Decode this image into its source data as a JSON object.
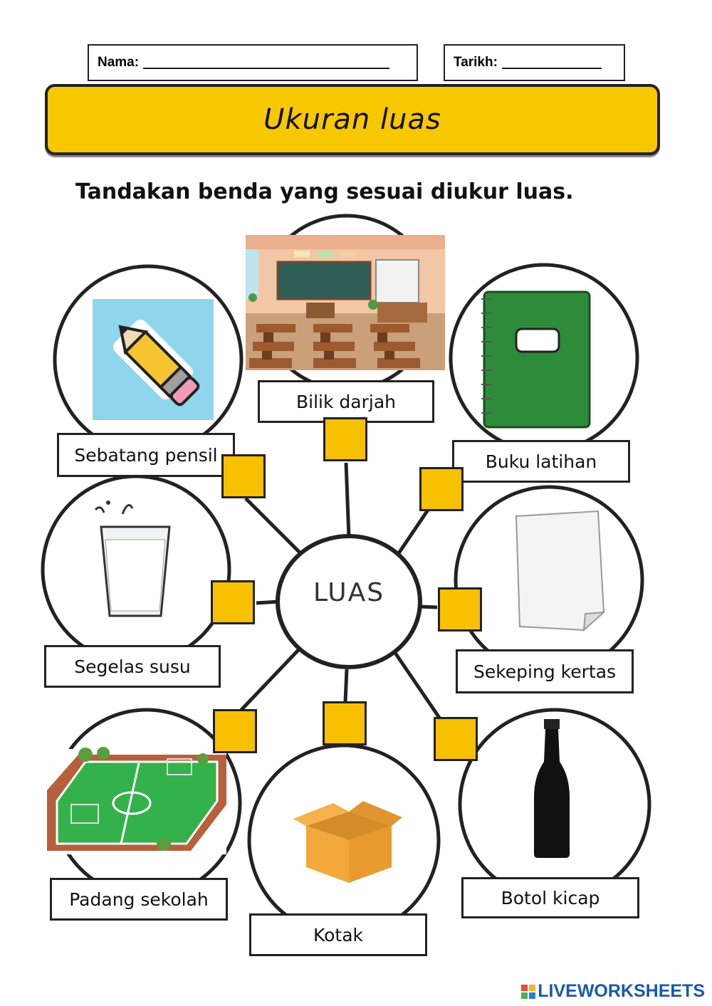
{
  "header": {
    "name_label": "Nama:",
    "date_label": "Tarikh:"
  },
  "banner": {
    "title": "Ukuran luas"
  },
  "instruction": "Tandakan benda yang sesuai diukur luas.",
  "center": {
    "label": "LUAS"
  },
  "items": [
    {
      "label": "Bilik darjah",
      "icon": "classroom-icon"
    },
    {
      "label": "Sebatang pensil",
      "icon": "pencil-icon"
    },
    {
      "label": "Buku latihan",
      "icon": "notebook-icon"
    },
    {
      "label": "Segelas susu",
      "icon": "glass-of-milk-icon"
    },
    {
      "label": "Sekeping kertas",
      "icon": "paper-sheet-icon"
    },
    {
      "label": "Padang sekolah",
      "icon": "football-field-icon"
    },
    {
      "label": "Kotak",
      "icon": "box-icon"
    },
    {
      "label": "Botol kicap",
      "icon": "bottle-icon"
    }
  ],
  "colors": {
    "banner": "#f7c700",
    "checkbox": "#f7c000",
    "text": "#111111"
  },
  "footer": {
    "brand": "LIVEWORKSHEETS"
  }
}
